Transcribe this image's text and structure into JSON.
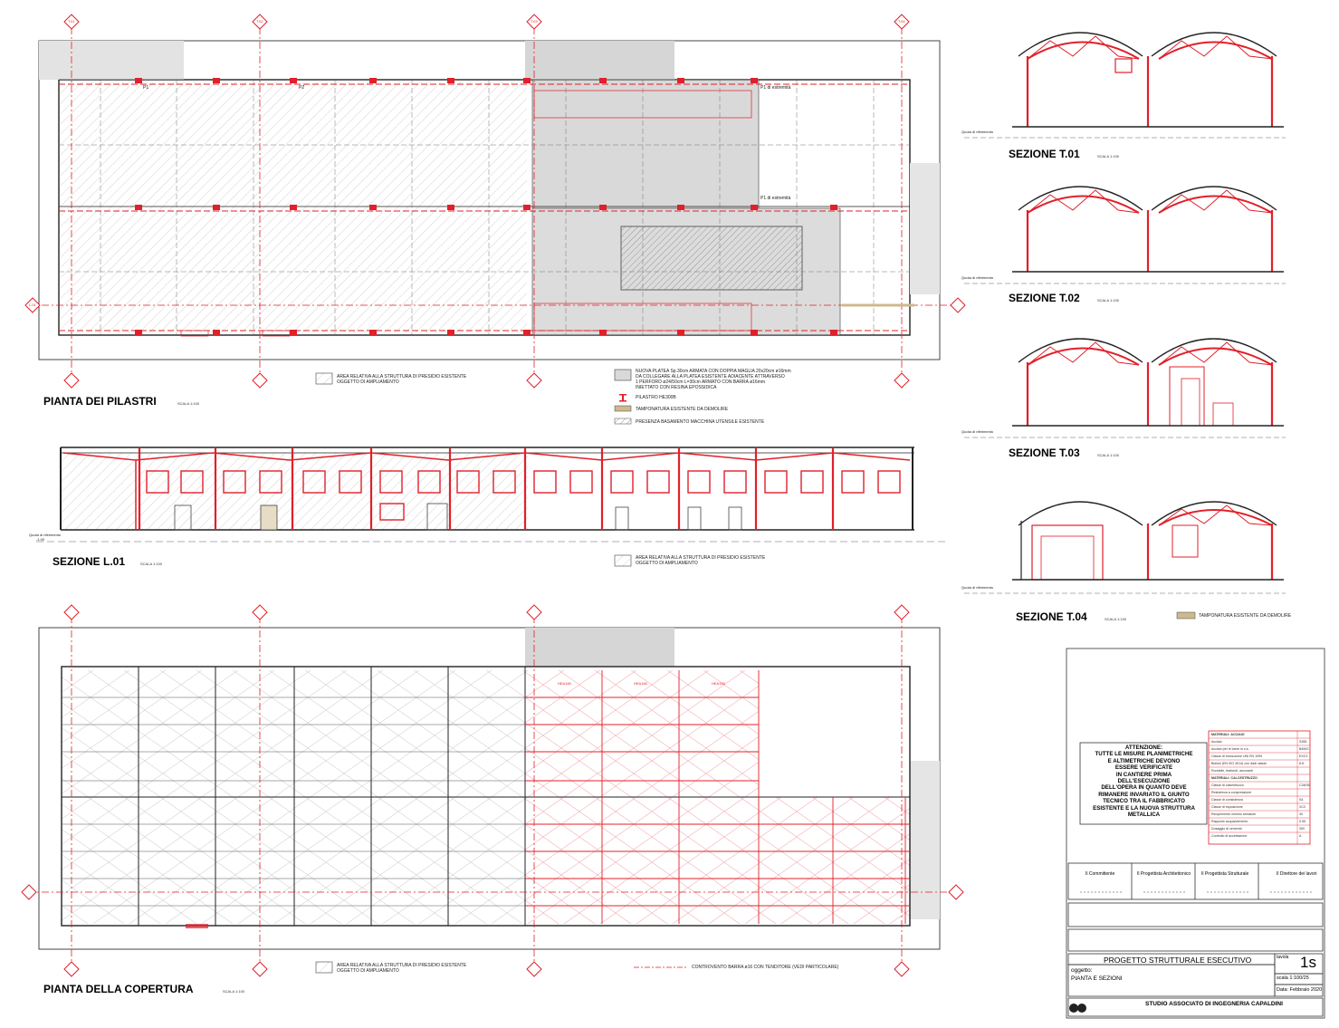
{
  "sheet": {
    "plans": {
      "pilastri_title": "PIANTA DEI PILASTRI",
      "copertura_title": "PIANTA DELLA COPERTURA",
      "scale": "SCALA 1:100"
    },
    "sections": {
      "l01_title": "SEZIONE L.01",
      "t01_title": "SEZIONE T.01",
      "t02_title": "SEZIONE T.02",
      "t03_title": "SEZIONE T.03",
      "t04_title": "SEZIONE T.04",
      "scale": "SCALA 1:100",
      "reference_level": "Quota di riferimento",
      "reference_value": "-1.00"
    },
    "axis_markers": {
      "top": [
        "T.01",
        "T.02",
        "T.03",
        "T.04"
      ],
      "side": "L.01"
    },
    "grid_labels": {
      "pillar": "P1",
      "pillar_alt": "P2",
      "pillar_extreme": "P1 di estremità",
      "beam": "HEA160"
    },
    "legends": {
      "area_existing_1": "AREA RELATIVA ALLA STRUTTURA DI PRESIDIO ESISTENTE",
      "area_existing_2": "OGGETTO DI AMPLIAMENTO",
      "platea_1": "NUOVA PLATEA Sp.30cm ARMATA CON DOPPIA MAGLIA 20x20cm ø16mm",
      "platea_2": "DA COLLEGARE ALLA PLATEA ESISTENTE ADIACENTE ATTRAVERSO",
      "platea_3": "1 PERFORO ø24/50cm L=30cm ARMATO CON BARRA ø16mm",
      "platea_4": "INIETTATO CON RESINA EPOSSIDICA",
      "pilastro": "PILASTRO HE300B",
      "tamponatura": "TAMPONATURA ESISTENTE DA DEMOLIRE",
      "basamento": "PRESENZA BASAMENTO MACCHINA UTENSILE ESISTENTE",
      "controvento": "CONTROVENTO BARRA ø16 CON TENDITORE (VEDI PARTICOLARE)"
    },
    "notice": [
      "ATTENZIONE:",
      "TUTTE LE MISURE PLANIMETRICHE",
      "E ALTIMETRICHE DEVONO",
      "ESSERE VERIFICATE",
      "IN CANTIERE PRIMA",
      "DELL'ESECUZIONE",
      "DELL'OPERA IN QUANTO DEVE",
      "RIMANERE INVARIATO IL GIUNTO",
      "TECNICO TRA IL FABBRICATO",
      "ESISTENTE E LA NUOVA STRUTTURA",
      "METALLICA"
    ],
    "materials": {
      "rows": [
        "MATERIALI: ACCIAIO",
        "Acciaio",
        "Acciaio per le barre in c.a.",
        "Classe di esecuzione UNI EN 1090",
        "Bulloni (EN ISO 4014) con dadi classe",
        "Rondelle, tirafondi, ancoranti",
        "MATERIALI: CALCESTRUZZO",
        "Classe di calcestruzzo",
        "Resistenza a compressione",
        "Classe di consistenza",
        "Classe di esposizione",
        "Ricoprimento minimo armature",
        "Rapporto acqua/cemento",
        "Dosaggio di cemento",
        "Controllo di accettazione"
      ],
      "values": [
        "",
        "S355",
        "B450C",
        "EXC3",
        "8.8",
        "",
        "",
        "C28/35",
        "",
        "S4",
        "XC2",
        "40",
        "0.55",
        "300",
        "A"
      ]
    },
    "signatures": [
      "Il Committente",
      "Il Progettista Architettonico",
      "Il Progettista Strutturale",
      "Il Direttore dei lavori"
    ],
    "titleblock": {
      "project": "PROGETTO STRUTTURALE ESECUTIVO",
      "tavola_label": "tavola",
      "tavola_value": "1s",
      "oggetto_label": "oggetto:",
      "oggetto_value": "PIANTA E SEZIONI",
      "scala": "scala 1:100/25",
      "data": "Data: Febbraio 2020",
      "studio": "STUDIO ASSOCIATO DI INGEGNERIA CAPALDINI"
    },
    "colors": {
      "structure_red": "#e0202a",
      "existing_gray": "#d9d9d9",
      "hatch": "#9a9a9a",
      "tamponatura": "#cdb98f"
    }
  }
}
